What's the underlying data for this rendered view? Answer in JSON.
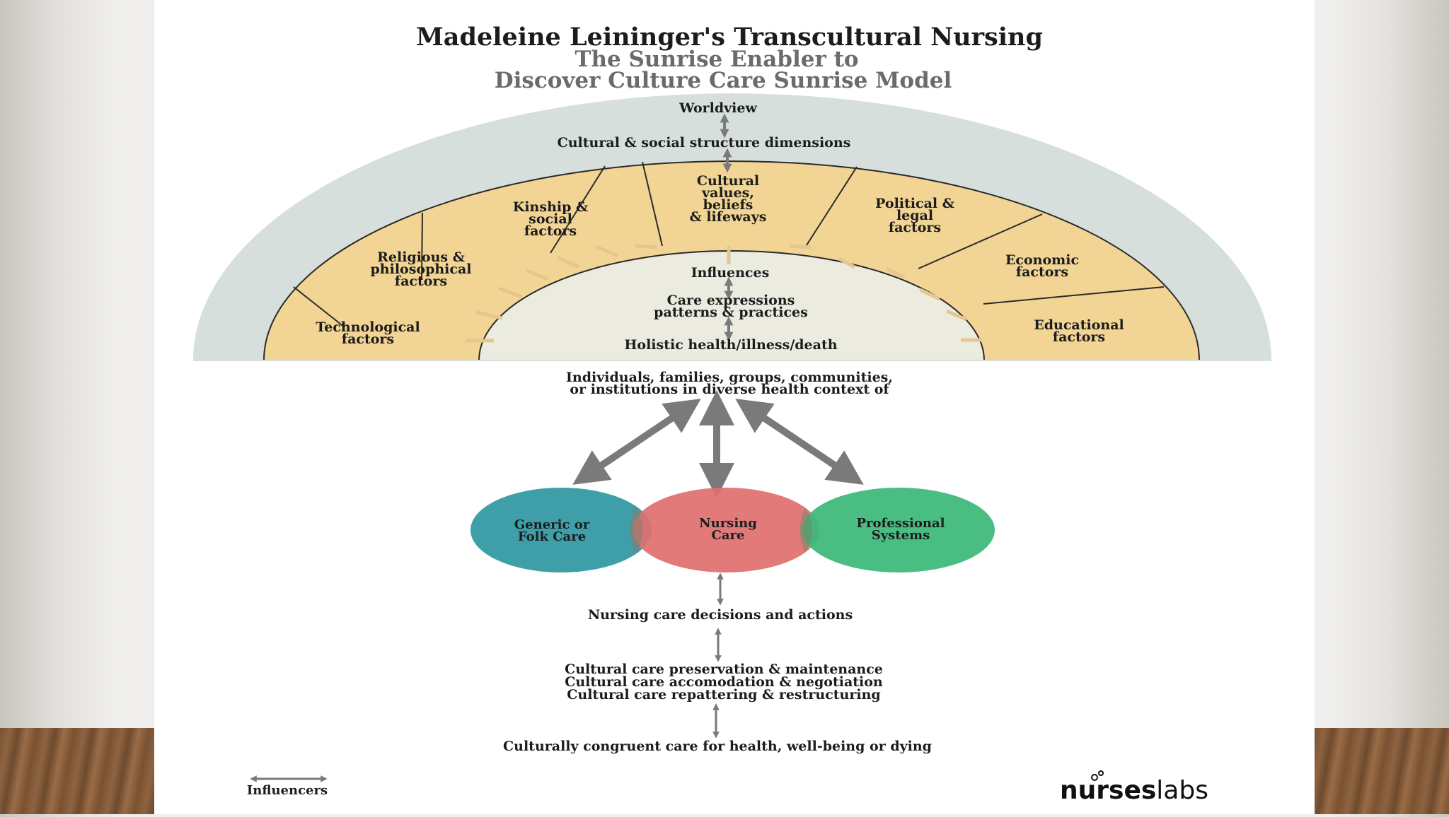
{
  "title": "Madeleine Leininger's Transcultural Nursing",
  "subtitle_line1": "The Sunrise Enabler to",
  "subtitle_line2": "Discover Culture Care Sunrise Model",
  "outer": {
    "worldview": "Worldview",
    "cultural_social": "Cultural & social structure dimensions"
  },
  "factors": {
    "technological": [
      "Technological",
      "factors"
    ],
    "religious": [
      "Religious &",
      "philosophical",
      "factors"
    ],
    "kinship": [
      "Kinship &",
      "social",
      "factors"
    ],
    "cultural_values": [
      "Cultural",
      "values,",
      "beliefs",
      "& lifeways"
    ],
    "political": [
      "Political &",
      "legal",
      "factors"
    ],
    "economic": [
      "Economic",
      "factors"
    ],
    "educational": [
      "Educational",
      "factors"
    ]
  },
  "inner": {
    "influences": "Influences",
    "care_expressions": [
      "Care expressions",
      "patterns & practices"
    ],
    "holistic": "Holistic health/illness/death"
  },
  "context": [
    "Individuals, families, groups, communities,",
    "or institutions in diverse health context of"
  ],
  "systems": {
    "generic": [
      "Generic or",
      "Folk Care"
    ],
    "nursing": [
      "Nursing",
      "Care"
    ],
    "professional": [
      "Professional",
      "Systems"
    ]
  },
  "decisions": "Nursing care decisions and actions",
  "actions": [
    "Cultural care preservation & maintenance",
    "Cultural care accomodation & negotiation",
    "Cultural care repattering & restructuring"
  ],
  "outcome": "Culturally congruent care for health, well-being or dying",
  "legend_label": "Influencers",
  "logo": {
    "part1": "nurses",
    "part2": "labs"
  },
  "colors": {
    "outer_arc": "#d6dfdc",
    "factor_band": "#f2d595",
    "inner_core": "#ecebe0",
    "arrow": "#7a7a7a",
    "generic_circle": "#3f9fa8",
    "nursing_circle": "#e06f6f",
    "professional_circle": "#3cb879"
  }
}
